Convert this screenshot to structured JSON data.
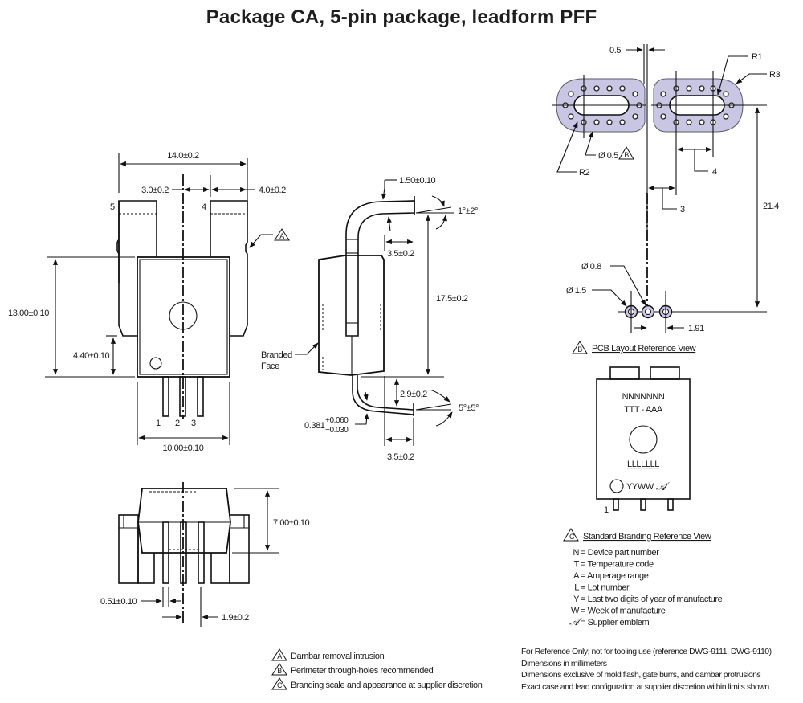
{
  "title": "Package CA, 5-pin package, leadform PFF",
  "front_view": {
    "dim_overall_width": "14.0±0.2",
    "dim_lead_spacing": "3.0±0.2",
    "dim_lead_width": "4.0±0.2",
    "dim_body_height": "13.00±0.10",
    "dim_lead_offset": "4.40±0.10",
    "dim_body_width": "10.00±0.10",
    "pin_labels": [
      "1",
      "2",
      "3",
      "4",
      "5"
    ],
    "callout": "A"
  },
  "side_view": {
    "dim_lead_thickness": "1.50±0.10",
    "dim_top_angle": "1°±2°",
    "dim_top_foot": "3.5±0.2",
    "dim_height": "17.5±0.2",
    "dim_bottom_rise": "2.9±0.2",
    "dim_bottom_angle": "5°±5°",
    "dim_pin_thickness_nominal": "0.381",
    "dim_pin_thickness_plus": "+0.060",
    "dim_pin_thickness_minus": "−0.030",
    "dim_bottom_foot": "3.5±0.2",
    "branded_face_line1": "Branded",
    "branded_face_line2": "Face"
  },
  "bottom_view": {
    "dim_height": "7.00±0.10",
    "dim_pin_width": "0.51±0.10",
    "dim_pin_pitch": "1.9±0.2"
  },
  "pcb_layout": {
    "dim_gap": "0.5",
    "label_r1": "R1",
    "label_r2": "R2",
    "label_r3": "R3",
    "dim_hole_dia": "Ø 0.5",
    "hole_callout": "B",
    "dim_4": "4",
    "dim_3": "3",
    "dim_21_4": "21.4",
    "dim_pad_dia_inner": "Ø 0.8",
    "dim_pad_dia_outer": "Ø 1.5",
    "dim_pitch": "1.91",
    "caption_callout": "B",
    "caption": "PCB Layout Reference View",
    "pad_color": "#c8c6e2"
  },
  "branding_view": {
    "line1": "NNNNNNN",
    "line2": "TTT - AAA",
    "line3": "LLLLLLL",
    "line4": "YYWW",
    "pin1": "1",
    "caption_callout": "C",
    "caption": "Standard Branding Reference View",
    "legend": [
      {
        "key": "N",
        "text": "= Device part number"
      },
      {
        "key": "T",
        "text": "= Temperature code"
      },
      {
        "key": "A",
        "text": "= Amperage range"
      },
      {
        "key": "L",
        "text": "= Lot number"
      },
      {
        "key": "Y",
        "text": "= Last two digits of year of manufacture"
      },
      {
        "key": "W",
        "text": "= Week of manufacture"
      },
      {
        "key": "𝒜",
        "text": "= Supplier emblem"
      }
    ]
  },
  "callout_notes": [
    {
      "mark": "A",
      "text": "Dambar removal intrusion"
    },
    {
      "mark": "B",
      "text": "Perimeter through-holes recommended"
    },
    {
      "mark": "C",
      "text": "Branding scale and appearance at supplier discretion"
    }
  ],
  "general_notes": [
    "For Reference Only; not for tooling use (reference DWG-9111, DWG-9110)",
    "Dimensions in millimeters",
    "Dimensions exclusive of mold flash, gate burrs, and dambar protrusions",
    "Exact case and lead configuration at supplier discretion within limits shown"
  ]
}
